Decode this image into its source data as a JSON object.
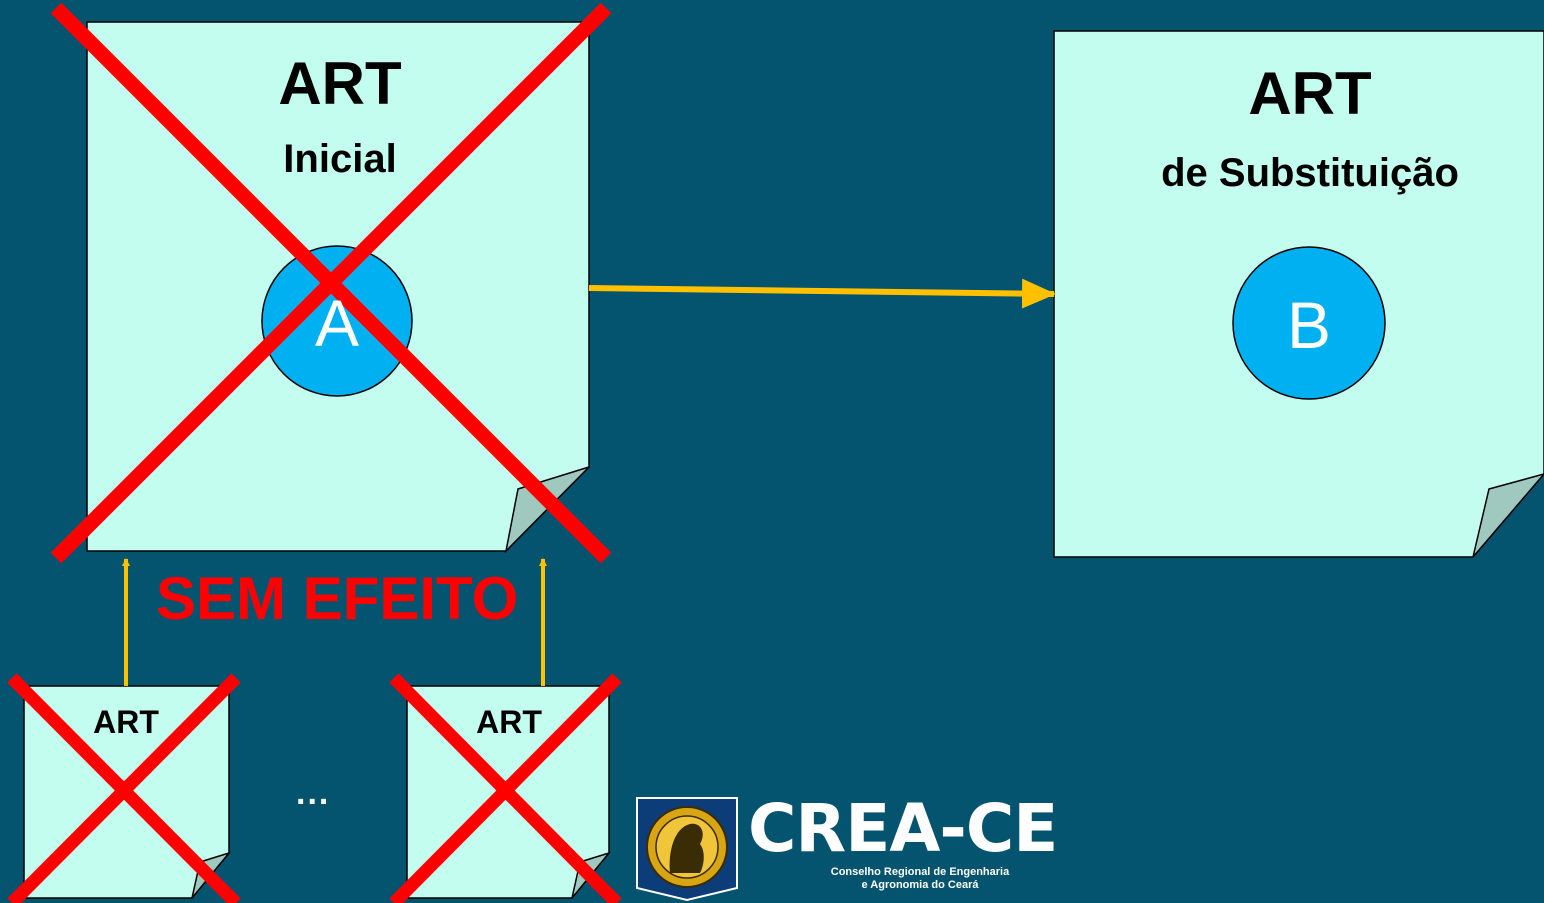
{
  "initial_doc": {
    "title": "ART",
    "subtitle": "Inicial",
    "circle_letter": "A",
    "status": "SEM EFEITO"
  },
  "replacement_doc": {
    "title": "ART",
    "subtitle": "de Substituição",
    "circle_letter": "B"
  },
  "linked_docs": [
    {
      "title": "ART"
    },
    {
      "title": "ART"
    }
  ],
  "ellipsis": "...",
  "logo": {
    "name": "CREA-CE",
    "line1": "Conselho Regional de Engenharia",
    "line2": "e Agronomia do Ceará"
  },
  "colors": {
    "background": "#04546f",
    "document": "#c2fdef",
    "circle": "#00b0f0",
    "arrow": "#ffc000",
    "cross": "#ff0000"
  }
}
